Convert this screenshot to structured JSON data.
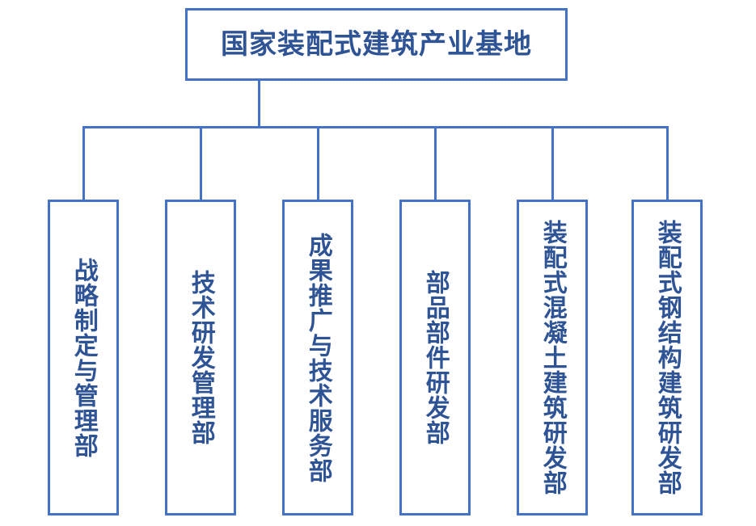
{
  "diagram": {
    "type": "organization-chart",
    "orientation": "top-down",
    "colors": {
      "border": "#4472C4",
      "connector": "#4472C4",
      "text": "#2F5496",
      "background": "#FFFFFF"
    },
    "root": {
      "label": "国家装配式建筑产业基地"
    },
    "children": [
      {
        "label": "战略制定与管理部"
      },
      {
        "label": "技术研发管理部"
      },
      {
        "label": "成果推广与技术服务部"
      },
      {
        "label": "部品部件研发部"
      },
      {
        "label": "装配式混凝土建筑研发部"
      },
      {
        "label": "装配式钢结构建筑研发部"
      }
    ]
  }
}
